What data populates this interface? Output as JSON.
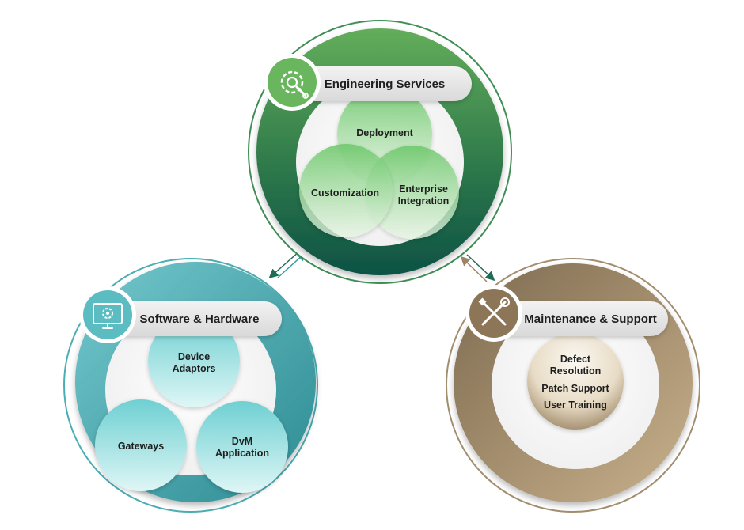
{
  "clusters": {
    "engineering": {
      "title": "Engineering Services",
      "icon": "gear-wrench-icon",
      "colors": {
        "ring_top": "#5fa85a",
        "ring_bottom": "#0e5a45",
        "bubble": "#7fd07a"
      },
      "items": {
        "deployment": "Deployment",
        "customization": "Customization",
        "enterprise_line1": "Enterprise",
        "enterprise_line2": "Integration"
      }
    },
    "software": {
      "title": "Software & Hardware",
      "icon": "monitor-gear-icon",
      "colors": {
        "ring_top": "#6cc3c9",
        "ring_bottom": "#2f8f95",
        "bubble": "#a9e4e6"
      },
      "items": {
        "device_line1": "Device",
        "device_line2": "Adaptors",
        "gateways": "Gateways",
        "dvm_line1": "DvM",
        "dvm_line2": "Application"
      }
    },
    "maintenance": {
      "title": "Maintenance & Support",
      "icon": "tools-icon",
      "colors": {
        "ring_top": "#8a7558",
        "ring_bottom": "#c8b08c",
        "bubble": "#b39c7c"
      },
      "items": {
        "defect_line1": "Defect",
        "defect_line2": "Resolution",
        "patch": "Patch Support",
        "training": "User Training"
      }
    }
  }
}
